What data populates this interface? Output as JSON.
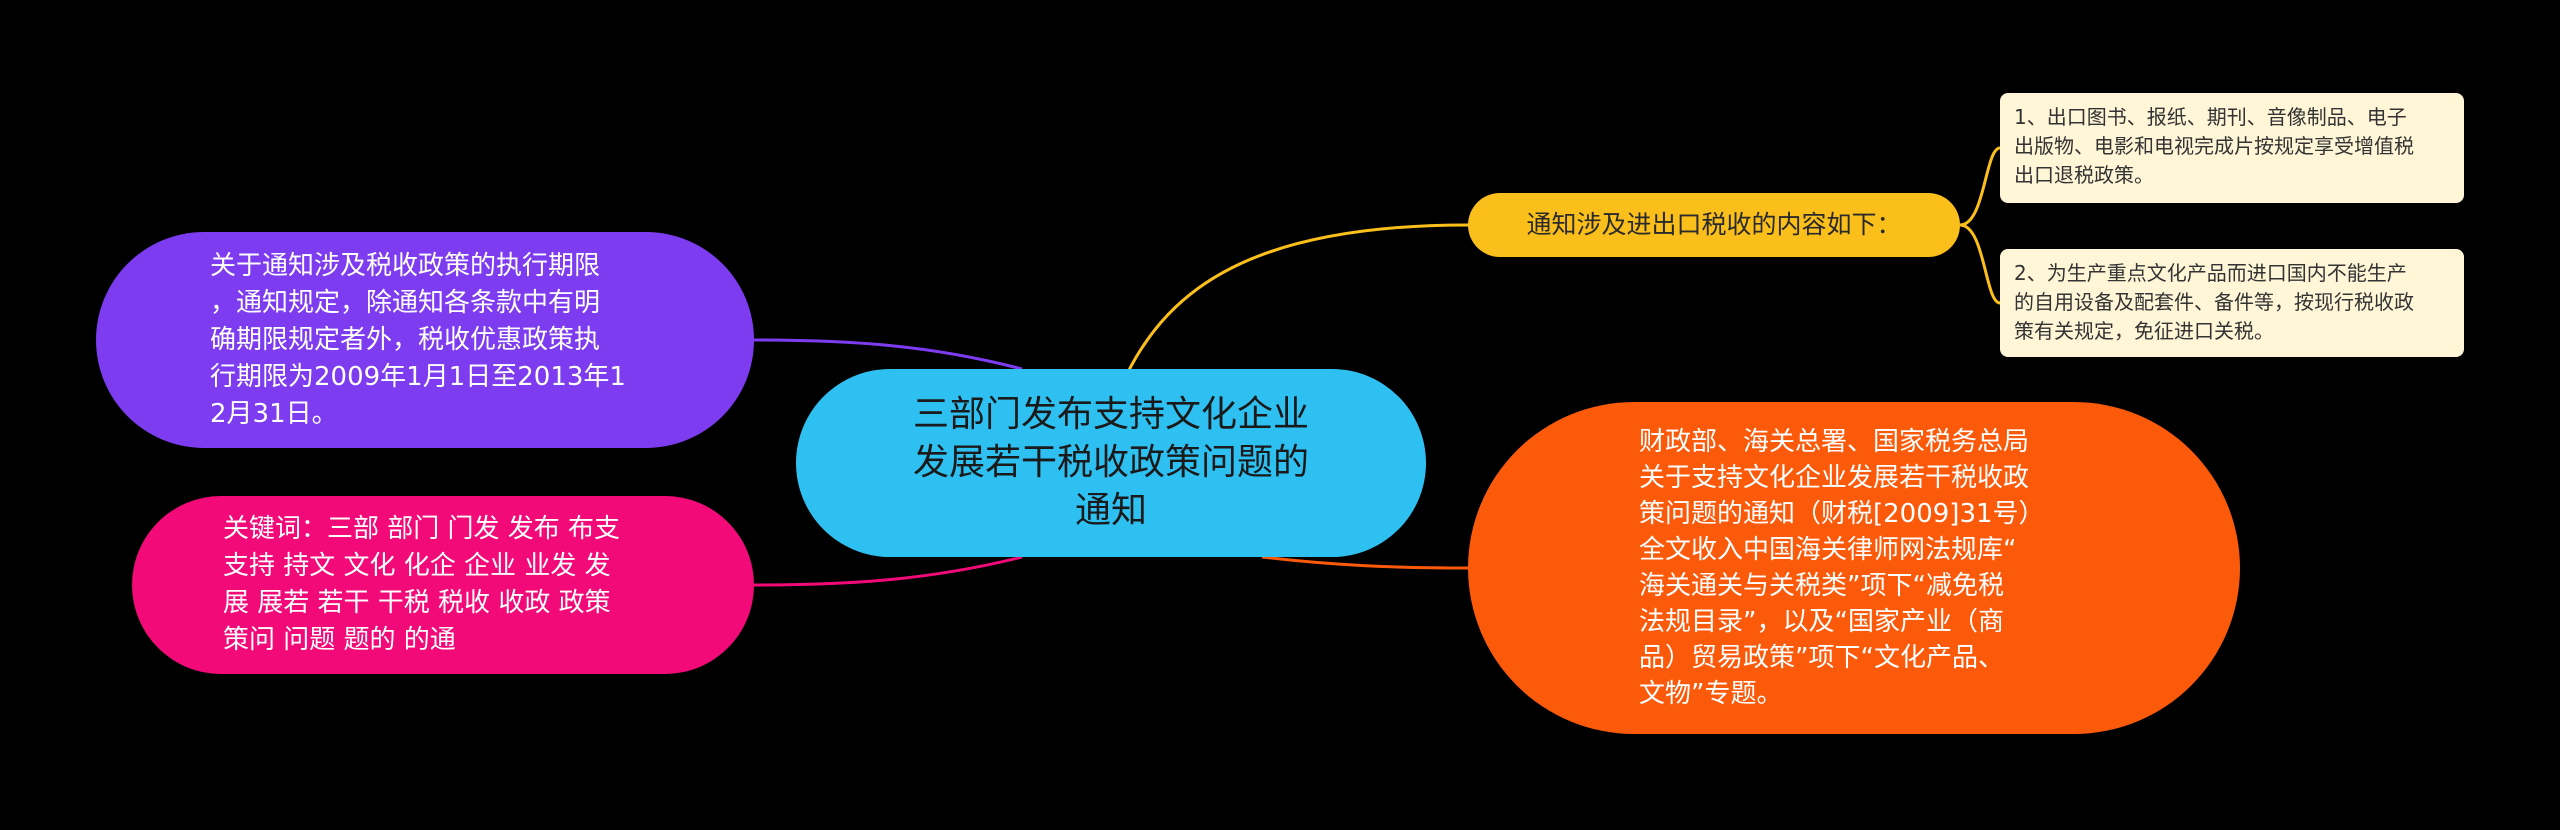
{
  "mindmap": {
    "center": {
      "text": "三部门发布支持文化企业\n发展若干税收政策问题的\n通知"
    },
    "policy_period": {
      "text": "关于通知涉及税收政策的执行期限\n，通知规定，除通知各条款中有明\n确期限规定者外，税收优惠政策执\n行期限为2009年1月1日至2013年1\n2月31日。"
    },
    "keywords": {
      "text": "关键词：三部 部门 门发 发布 布支\n支持 持文 文化 化企 企业 业发 发\n展 展若 若干 干税 税收 收政 政策\n策问 问题 题的 的通"
    },
    "source": {
      "text": "财政部、海关总署、国家税务总局\n关于支持文化企业发展若干税收政\n策问题的通知（财税[2009]31号）\n全文收入中国海关律师网法规库“\n海关通关与关税类”项下“减免税\n法规目录”，以及“国家产业（商\n品）贸易政策”项下“文化产品、\n文物”专题。"
    },
    "import_export": {
      "text": "通知涉及进出口税收的内容如下："
    },
    "leaf_export": {
      "text": "1、出口图书、报纸、期刊、音像制品、电子\n出版物、电影和电视完成片按规定享受增值税\n出口退税政策。"
    },
    "leaf_import": {
      "text": "2、为生产重点文化产品而进口国内不能生产\n的自用设备及配套件、备件等，按现行税收政\n策有关规定，免征进口关税。"
    }
  },
  "colors": {
    "center": "#2fc0f2",
    "policy_period": "#7d3cf0",
    "keywords": "#f20a78",
    "source": "#fb5a0b",
    "import_export": "#fbbf1c",
    "leaf": "#fff6d8"
  }
}
